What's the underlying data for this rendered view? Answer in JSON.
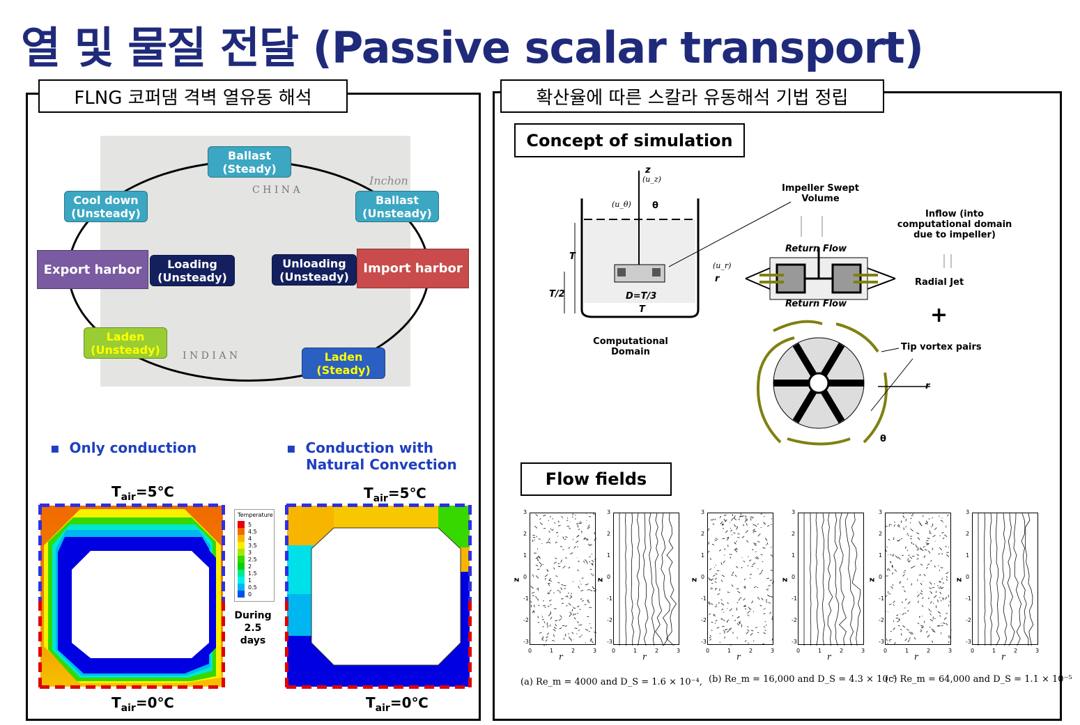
{
  "title": "열 및 물질 전달 (Passive scalar transport)",
  "left": {
    "header": "FLNG 코퍼댐 격벽 열유동 해석",
    "cycle": {
      "ballast_steady": [
        "Ballast",
        "(Steady)"
      ],
      "cool_down": [
        "Cool down",
        "(Unsteady)"
      ],
      "ballast_unsteady": [
        "Ballast",
        "(Unsteady)"
      ],
      "export": "Export harbor",
      "loading": [
        "Loading",
        "(Unsteady)"
      ],
      "unloading": [
        "Unloading",
        "(Unsteady)"
      ],
      "import": "Import harbor",
      "laden_unsteady": [
        "Laden",
        "(Unsteady)"
      ],
      "laden_steady": [
        "Laden",
        "(Steady)"
      ],
      "map_labels": [
        "C H I N A",
        "I N D I A N",
        "Inchon"
      ]
    },
    "bullet1": "Only conduction",
    "bullet2_line1": "Conduction with",
    "bullet2_line2": "Natural Convection",
    "tair_top": "T",
    "tair_sub": "air",
    "tair_top_val": "=5℃",
    "tair_bot_val": "=0℃",
    "legend": {
      "title": "Temperature",
      "labels": [
        "5",
        "4.5",
        "4",
        "3.5",
        "3",
        "2.5",
        "2",
        "1.5",
        "1",
        "0.5",
        "0"
      ],
      "colors": [
        "#e8000b",
        "#f06a00",
        "#f7b500",
        "#f7f000",
        "#a6e800",
        "#36d800",
        "#00d400",
        "#00e890",
        "#00f0f0",
        "#00b6f0",
        "#0050f0",
        "#0000e0"
      ]
    },
    "during1": "During",
    "during2": "2.5 days"
  },
  "right": {
    "header": "확산율에 따른 스칼라 유동해석 기법 정립",
    "concept": "Concept of simulation",
    "flow": "Flow fields",
    "diagram": {
      "impeller": [
        "Impeller Swept",
        "Volume"
      ],
      "inflow": [
        "Inflow (into",
        "computational domain",
        "due to impeller)"
      ],
      "radial_jet": "Radial Jet",
      "return_flow": "Return Flow",
      "plus": "+",
      "tip": "Tip vortex pairs",
      "computational": [
        "Computational",
        "Domain"
      ],
      "z": "z",
      "uz": "(u_z)",
      "ut": "(u_θ)",
      "theta": "θ",
      "ur": "(u_r)",
      "r": "r",
      "T": "T",
      "T2": "T/2",
      "D": "D=T/3"
    },
    "plots": {
      "yticks": [
        "3",
        "2",
        "1",
        "0",
        "-1",
        "-2",
        "-3"
      ],
      "xticks": [
        "0",
        "1",
        "2",
        "3"
      ],
      "ylabel": "z",
      "xlabel": "r"
    },
    "captions": [
      "(a)  Re_m = 4000 and D_S = 1.6 × 10⁻⁴,",
      "(b)  Re_m = 16,000 and D_S = 4.3 × 10⁻⁵",
      "(c)  Re_m = 64,000 and D_S = 1.1 × 10⁻⁵"
    ]
  }
}
